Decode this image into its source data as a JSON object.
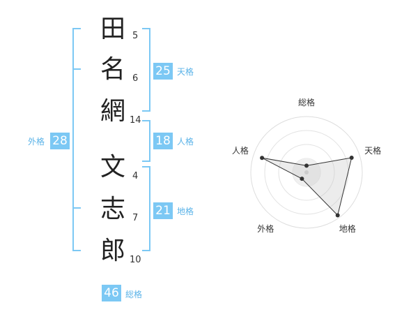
{
  "name": {
    "chars": [
      {
        "char": "田",
        "strokes": "5"
      },
      {
        "char": "名",
        "strokes": "6"
      },
      {
        "char": "網",
        "strokes": "14"
      },
      {
        "char": "文",
        "strokes": "4"
      },
      {
        "char": "志",
        "strokes": "7"
      },
      {
        "char": "郎",
        "strokes": "10"
      }
    ]
  },
  "kaku": {
    "tenkaku": {
      "value": "25",
      "label": "天格"
    },
    "jinkaku": {
      "value": "18",
      "label": "人格"
    },
    "chikaku": {
      "value": "21",
      "label": "地格"
    },
    "gaikaku": {
      "value": "28",
      "label": "外格"
    },
    "soukaku": {
      "value": "46",
      "label": "総格"
    }
  },
  "colors": {
    "accent": "#7cc8f4",
    "accent_text": "#5bb3e8"
  },
  "chart_data": {
    "type": "radar",
    "axes": [
      "総格",
      "天格",
      "地格",
      "外格",
      "人格"
    ],
    "values": [
      0.12,
      0.85,
      0.95,
      0.14,
      0.84
    ],
    "range": [
      0,
      1
    ],
    "rings": 4,
    "grid": true
  }
}
